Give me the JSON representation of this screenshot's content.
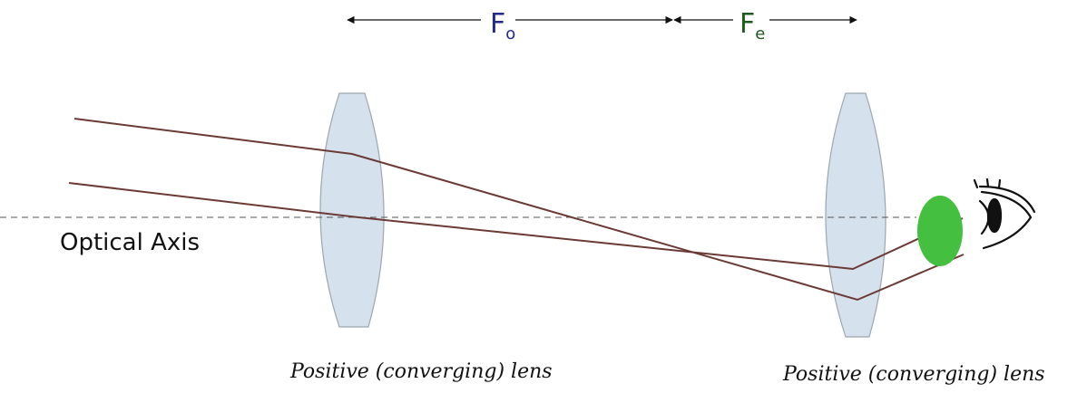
{
  "focal_objective": {
    "symbol": "F",
    "subscript": "o",
    "color": "#1f2a8a"
  },
  "focal_eyepiece": {
    "symbol": "F",
    "subscript": "e",
    "color": "#1e5a1e"
  },
  "optical_axis_label": "Optical Axis",
  "objective_lens": {
    "caption": "Positive (converging) lens"
  },
  "eyepiece_lens": {
    "caption": "Positive (converging) lens"
  },
  "colors": {
    "ray": "#6b3a35",
    "lens_fill": "#d5e1ec",
    "lens_stroke": "#9aa6b0",
    "pupil": "#45bf3f",
    "axis": "#555555"
  },
  "icons": [
    "eye-icon"
  ]
}
